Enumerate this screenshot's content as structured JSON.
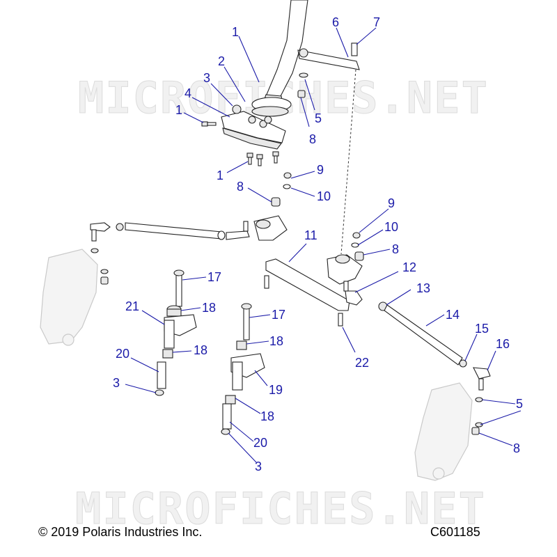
{
  "watermark": {
    "text": "MICROFICHES.NET"
  },
  "footer": {
    "copyright": "© 2019 Polaris Industries Inc.",
    "diagram_code": "C601185"
  },
  "callouts": {
    "c1a": "1",
    "c1b": "1",
    "c1c": "1",
    "c2": "2",
    "c3a": "3",
    "c3b": "3",
    "c3c": "3",
    "c4": "4",
    "c5a": "5",
    "c5b": "5",
    "c6": "6",
    "c7": "7",
    "c8a": "8",
    "c8b": "8",
    "c8c": "8",
    "c8d": "8",
    "c9a": "9",
    "c9b": "9",
    "c10a": "10",
    "c10b": "10",
    "c11": "11",
    "c12": "12",
    "c13": "13",
    "c14": "14",
    "c15": "15",
    "c16": "16",
    "c17a": "17",
    "c17b": "17",
    "c18a": "18",
    "c18b": "18",
    "c18c": "18",
    "c18d": "18",
    "c19": "19",
    "c20a": "20",
    "c20b": "20",
    "c21": "21",
    "c22": "22"
  }
}
